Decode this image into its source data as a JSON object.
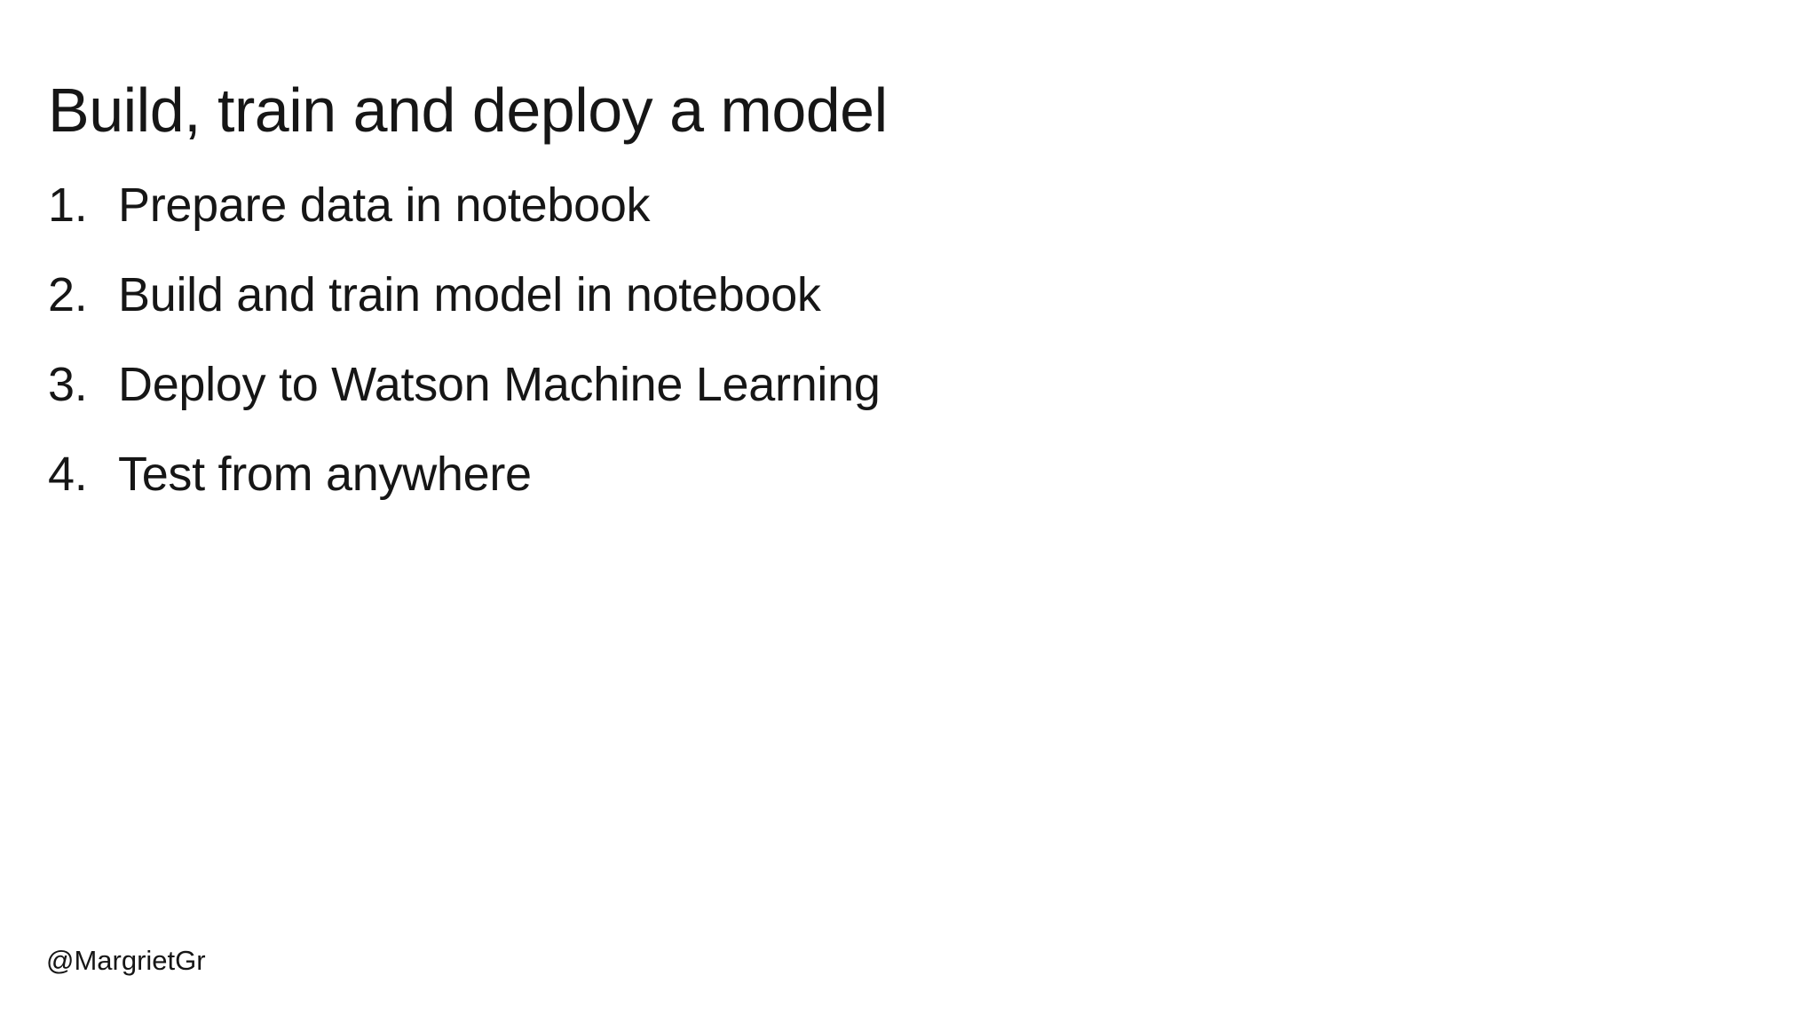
{
  "colors": {
    "background": "#ffffff",
    "text": "#161616"
  },
  "slide": {
    "title": "Build, train and deploy a model",
    "steps": [
      {
        "number": "1.",
        "label": "Prepare data in notebook"
      },
      {
        "number": "2.",
        "label": "Build and train model in notebook"
      },
      {
        "number": "3.",
        "label": "Deploy to Watson Machine Learning"
      },
      {
        "number": "4.",
        "label": "Test from anywhere"
      }
    ],
    "footer": {
      "handle": "@MargrietGr"
    }
  }
}
